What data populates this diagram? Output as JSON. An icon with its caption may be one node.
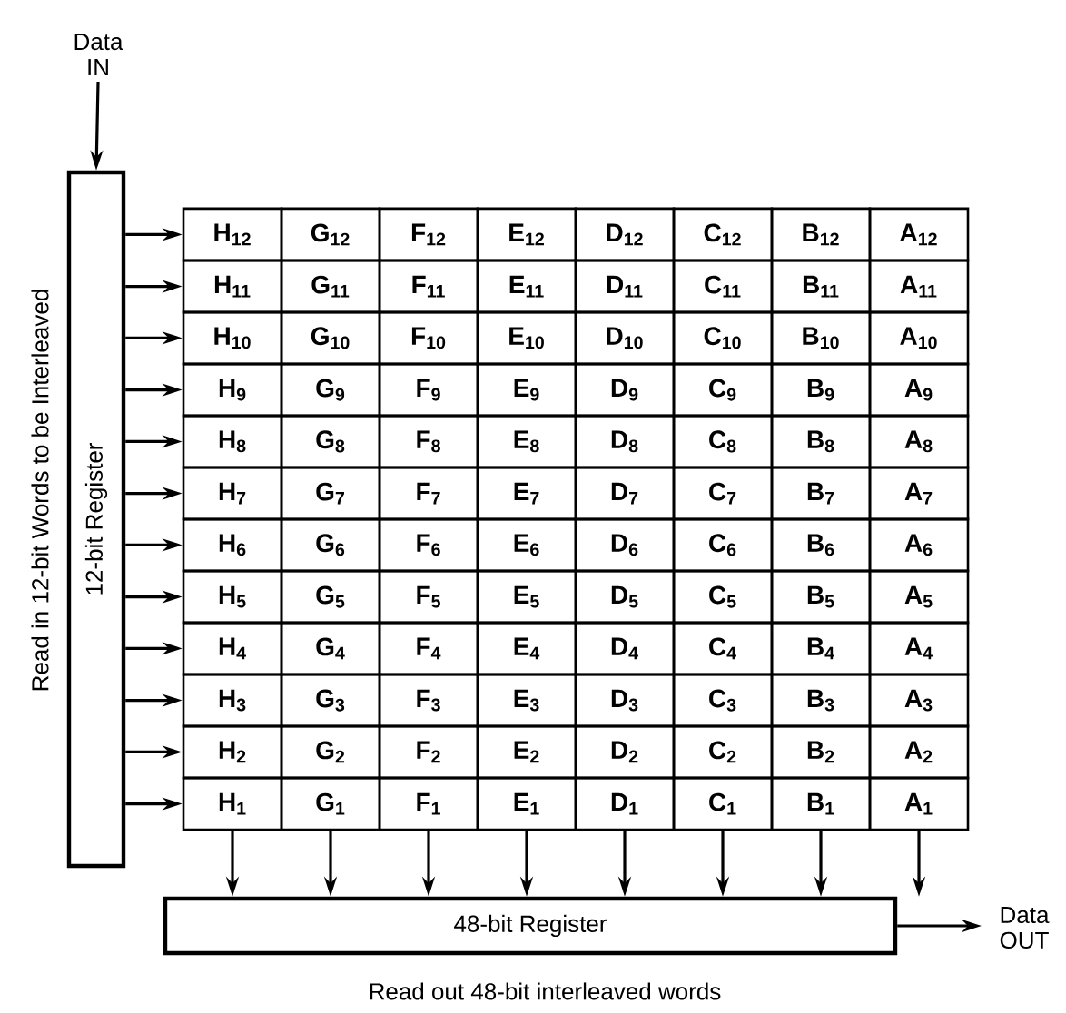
{
  "diagram": {
    "caption": "Read out 48-bit interleaved words",
    "nodes": [
      {
        "text": [
          "Data IN"
        ]
      },
      {
        "text": [
          "12-bit Register"
        ]
      },
      {
        "text": [
          "H$_{12}$"
        ]
      },
      {
        "text": [
          "G$_{12}$"
        ]
      },
      {
        "text": [
          "F$_{12}$"
        ]
      },
      {
        "text": [
          "E$_{12}$"
        ]
      },
      {
        "text": [
          "D$_{12}$"
        ]
      },
      {
        "text": [
          "C$_{12}$"
        ]
      },
      {
        "text": [
          "B$_{12}$"
        ]
      },
      {
        "text": [
          "A$_{12}$"
        ]
      },
      {
        "text": [
          "H$_{11}$"
        ]
      },
      {
        "text": [
          "G$_{11}$"
        ]
      },
      {
        "text": [
          "F$_{11}$"
        ]
      },
      {
        "text": [
          "E$_{11}$"
        ]
      },
      {
        "text": [
          "D$_{11}$"
        ]
      },
      {
        "text": [
          "C$_{11}$"
        ]
      },
      {
        "text": [
          "B$_{11}$"
        ]
      },
      {
        "text": [
          "A$_{11}$"
        ]
      },
      {
        "text": [
          "H$_{10}$"
        ]
      },
      {
        "text": [
          "G$_{10}$"
        ]
      },
      {
        "text": [
          "F$_{10}$"
        ]
      },
      {
        "text": [
          "E$_{10}$"
        ]
      },
      {
        "text": [
          "D$_{10}$"
        ]
      },
      {
        "text": [
          "C$_{10}$"
        ]
      },
      {
        "text": [
          "B$_{10}$"
        ]
      },
      {
        "text": [
          "A$_{10}$"
        ]
      },
      {
        "text": [
          "H$_{9}$"
        ]
      },
      {
        "text": [
          "G$_{9}$"
        ]
      },
      {
        "text": [
          "F$_{9}$"
        ]
      },
      {
        "text": [
          "E$_{9}$"
        ]
      },
      {
        "text": [
          "D$_{9}$"
        ]
      },
      {
        "text": [
          "C$_{9}$"
        ]
      },
      {
        "text": [
          "B$_{9}$"
        ]
      },
      {
        "text": [
          "A$_{9}$"
        ]
      },
      {
        "text": [
          "H$_{8}$"
        ]
      },
      {
        "text": [
          "G$_{8}$"
        ]
      },
      {
        "text": [
          "F$_{8}$"
        ]
      },
      {
        "text": [
          "E$_{8}$"
        ]
      },
      {
        "text": [
          "D$_{8}$"
        ]
      },
      {
        "text": [
          "C$_{8}$"
        ]
      },
      {
        "text": [
          "B$_{8}$"
        ]
      },
      {
        "text": [
          "A$_{8}$"
        ]
      },
      {
        "text": [
          "H$_{7}$"
        ]
      },
      {
        "text": [
          "G$_{7}$"
        ]
      },
      {
        "text": [
          "F$_{7}$"
        ]
      },
      {
        "text": [
          "E$_{7}$"
        ]
      },
      {
        "text": [
          "D$_{7}$"
        ]
      },
      {
        "text": [
          "C$_{7}$"
        ]
      },
      {
        "text": [
          "B$_{7}$"
        ]
      },
      {
        "text": [
          "A$_{7}$"
        ]
      },
      {
        "text": [
          "H$_{6}$"
        ]
      },
      {
        "text": [
          "G$_{6}$"
        ]
      },
      {
        "text": [
          "F$_{6}$"
        ]
      },
      {
        "text": [
          "E$_{6}$"
        ]
      },
      {
        "text": [
          "D$_{6}$"
        ]
      },
      {
        "text": [
          "C$_{6}$"
        ]
      },
      {
        "text": [
          "B$_{6}$"
        ]
      },
      {
        "text": [
          "A$_{6}$"
        ]
      },
      {
        "text": [
          "H$_{5}$"
        ]
      },
      {
        "text": [
          "G$_{5}$"
        ]
      },
      {
        "text": [
          "F$_{5}$"
        ]
      },
      {
        "text": [
          "E$_{5}$"
        ]
      },
      {
        "text": [
          "D$_{5}$"
        ]
      },
      {
        "text": [
          "C$_{5}$"
        ]
      },
      {
        "text": [
          "B$_{5}$"
        ]
      },
      {
        "text": [
          "A$_{5}$"
        ]
      },
      {
        "text": [
          "H$_{4}$"
        ]
      },
      {
        "text": [
          "G$_{4}$"
        ]
      },
      {
        "text": [
          "F$_{4}$"
        ]
      },
      {
        "text": [
          "E$_{4}$"
        ]
      },
      {
        "text": [
          "D$_{4}$"
        ]
      },
      {
        "text": [
          "C$_{4}$"
        ]
      },
      {
        "text": [
          "B$_{4}$"
        ]
      },
      {
        "text": [
          "A$_{4}$"
        ]
      },
      {
        "text": [
          "H$_{3}$"
        ]
      },
      {
        "text": [
          "G$_{3}$"
        ]
      },
      {
        "text": [
          "F$_{3}$"
        ]
      },
      {
        "text": [
          "E$_{3}$"
        ]
      },
      {
        "text": [
          "D$_{3}$"
        ]
      },
      {
        "text": [
          "C$_{3}$"
        ]
      },
      {
        "text": [
          "B$_{3}$"
        ]
      },
      {
        "text": [
          "A$_{3}$"
        ]
      },
      {
        "text": [
          "H$_{2}$"
        ]
      },
      {
        "text": [
          "G$_{2}$"
        ]
      },
      {
        "text": [
          "F$_{2}$"
        ]
      },
      {
        "text": [
          "E$_{2}$"
        ]
      },
      {
        "text": [
          "D$_{2}$"
        ]
      },
      {
        "text": [
          "C$_{2}$"
        ]
      },
      {
        "text": [
          "B$_{2}$"
        ]
      },
      {
        "text": [
          "A$_{2}$"
        ]
      },
      {
        "text": [
          "H$_{1}$"
        ]
      },
      {
        "text": [
          "G$_{1}$"
        ]
      },
      {
        "text": [
          "F$_{1}$"
        ]
      },
      {
        "text": [
          "E$_{1}$"
        ]
      },
      {
        "text": [
          "D$_{1}$"
        ]
      },
      {
        "text": [
          "C$_{1}$"
        ]
      },
      {
        "text": [
          "B$_{1}$"
        ]
      },
      {
        "text": [
          "A$_{1}$"
        ]
      },
      {
        "text": [
          "48-bit Register"
        ]
      },
      {
        "text": [
          "Data OUT"
        ]
      }
    ],
    "edges": [
      {
        "from": 0,
        "to": 1,
        "arrow": "to"
      },
      {
        "from": 1,
        "to": 2,
        "arrow": "to"
      },
      {
        "from": 1,
        "to": 10,
        "arrow": "to"
      },
      {
        "from": 1,
        "to": 18,
        "arrow": "to"
      },
      {
        "from": 1,
        "to": 26,
        "arrow": "to"
      },
      {
        "from": 1,
        "to": 34,
        "arrow": "to"
      },
      {
        "from": 1,
        "to": 42,
        "arrow": "to"
      },
      {
        "from": 1,
        "to": 50,
        "arrow": "to"
      },
      {
        "from": 1,
        "to": 58,
        "arrow": "to"
      },
      {
        "from": 1,
        "to": 66,
        "arrow": "to"
      },
      {
        "from": 1,
        "to": 74,
        "arrow": "to"
      },
      {
        "from": 1,
        "to": 82,
        "arrow": "to"
      },
      {
        "from": 1,
        "to": 90,
        "arrow": "to"
      },
      {
        "from": 90,
        "to": 98,
        "arrow": "to"
      },
      {
        "from": 91,
        "to": 98,
        "arrow": "to"
      },
      {
        "from": 92,
        "to": 98,
        "arrow": "to"
      },
      {
        "from": 93,
        "to": 98,
        "arrow": "to"
      },
      {
        "from": 94,
        "to": 98,
        "arrow": "to"
      },
      {
        "from": 95,
        "to": 98,
        "arrow": "to"
      },
      {
        "from": 96,
        "to": 98,
        "arrow": "to"
      },
      {
        "from": 97,
        "to": 98,
        "arrow": "to"
      },
      {
        "from": 98,
        "to": 99,
        "arrow": "to"
      }
    ],
    "labels": [
      "Read in 12-bit Words to be Interleaved"
    ]
  }
}
